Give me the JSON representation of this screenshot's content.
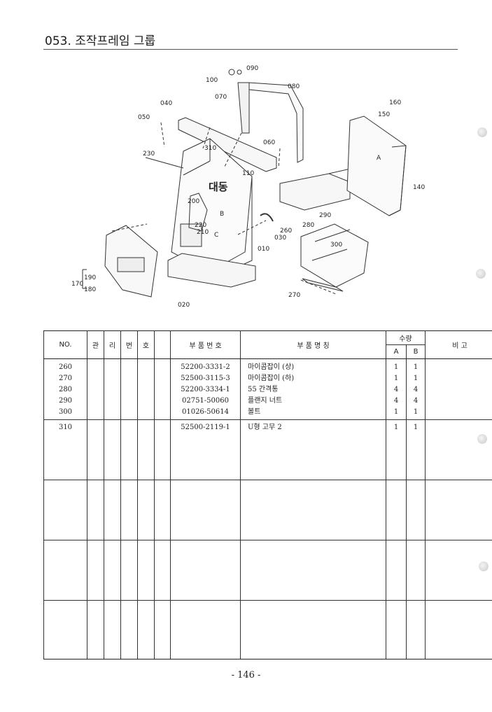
{
  "header": {
    "title": "053. 조작프레임 그룹"
  },
  "diagram": {
    "labels": [
      "100",
      "090",
      "070",
      "080",
      "040",
      "050",
      "160",
      "150",
      "060",
      "310",
      "230",
      "110",
      "140",
      "290",
      "280",
      "260",
      "030",
      "200",
      "220",
      "210",
      "010",
      "300",
      "190",
      "170",
      "180",
      "020",
      "270",
      "A",
      "B",
      "C"
    ],
    "brand_text": "대동"
  },
  "table": {
    "headers": {
      "no": "NO.",
      "mgmt_chars": [
        "관",
        "리",
        "번",
        "호"
      ],
      "part_no": "부 품 번 호",
      "part_name": "부    품    명    칭",
      "qty": "수량",
      "qty_a": "A",
      "qty_b": "B",
      "note": "비    고"
    },
    "rows": [
      {
        "no": "260",
        "part_no": "52200-3331-2",
        "name": "마이콤잡이 (상)",
        "qty_a": "1",
        "qty_b": "1"
      },
      {
        "no": "270",
        "part_no": "52500-3115-3",
        "name": "마이콤잡이 (하)",
        "qty_a": "1",
        "qty_b": "1"
      },
      {
        "no": "280",
        "part_no": "52200-3334-1",
        "name": "55 간격통",
        "qty_a": "4",
        "qty_b": "4"
      },
      {
        "no": "290",
        "part_no": "02751-50060",
        "name": "플랜지 너트",
        "qty_a": "4",
        "qty_b": "4"
      },
      {
        "no": "300",
        "part_no": "01026-50614",
        "name": "볼트",
        "qty_a": "1",
        "qty_b": "1"
      },
      {
        "no": "310",
        "part_no": "52500-2119-1",
        "name": "U형 고무 2",
        "qty_a": "1",
        "qty_b": "1"
      }
    ]
  },
  "footer": {
    "page_number": "- 146 -"
  }
}
